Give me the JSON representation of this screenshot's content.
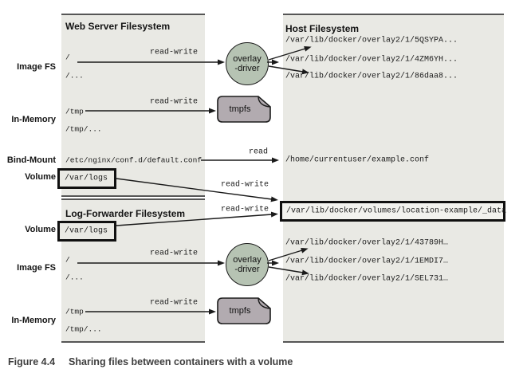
{
  "figure": {
    "label": "Figure 4.4",
    "caption": "Sharing files between containers with a volume"
  },
  "row_labels": [
    "Image FS",
    "In-Memory",
    "Bind-Mount",
    "Volume",
    "Volume",
    "Image FS",
    "In-Memory"
  ],
  "panels": {
    "web_server": {
      "title": "Web Server Filesystem",
      "paths": {
        "root": "/",
        "root_dots": "/...",
        "tmp": "/tmp",
        "tmp_dots": "/tmp/...",
        "bind": "/etc/nginx/conf.d/default.conf",
        "volume": "/var/logs"
      }
    },
    "log_forwarder": {
      "title": "Log-Forwarder Filesystem",
      "paths": {
        "volume": "/var/logs",
        "root": "/",
        "root_dots": "/...",
        "tmp": "/tmp",
        "tmp_dots": "/tmp/..."
      }
    },
    "host": {
      "title": "Host Filesystem",
      "overlay_top": [
        "/var/lib/docker/overlay2/1/5QSYPA...",
        "/var/lib/docker/overlay2/1/4ZM6YH...",
        "/var/lib/docker/overlay2/1/86daa8..."
      ],
      "bind_target": "/home/currentuser/example.conf",
      "volume_target": "/var/lib/docker/volumes/location-example/_data",
      "overlay_bottom": [
        "/var/lib/docker/overlay2/1/43789H…",
        "/var/lib/docker/overlay2/1/1EMDI7…",
        "/var/lib/docker/overlay2/1/SEL731…"
      ]
    }
  },
  "nodes": {
    "overlay_driver": [
      "overlay",
      "-driver"
    ],
    "tmpfs": "tmpfs"
  },
  "edges": {
    "read_write": "read-write",
    "read": "read"
  },
  "colors": {
    "panel_bg": "#e9e9e4",
    "overlay_node_fill": "#b6c3b3",
    "tmpfs_node_fill": "#b2abb0",
    "line": "#1a1a1a"
  }
}
